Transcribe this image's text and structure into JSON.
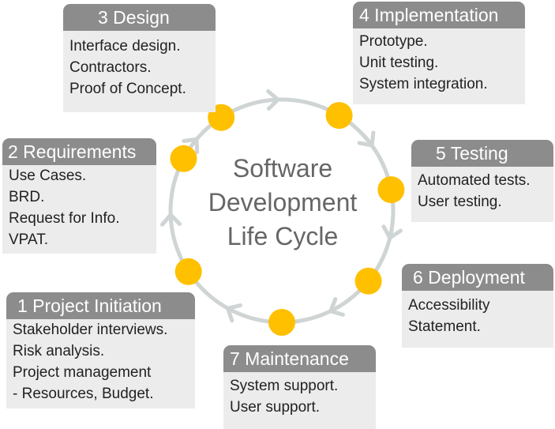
{
  "diagram": {
    "title_lines": [
      "Software",
      "Development",
      "Life Cycle"
    ],
    "colors": {
      "ring": "#cfd4d4",
      "dot": "#ffc000",
      "header": "#8c8c8c",
      "body": "#ececec"
    },
    "phases": [
      {
        "id": "1",
        "title": "1 Project Initiation",
        "items": [
          "Stakeholder interviews.",
          "Risk analysis.",
          "Project management",
          "- Resources, Budget."
        ]
      },
      {
        "id": "2",
        "title": "2 Requirements",
        "items": [
          "Use Cases.",
          "BRD.",
          "Request for Info.",
          "VPAT."
        ]
      },
      {
        "id": "3",
        "title": "3 Design",
        "items": [
          "Interface design.",
          "Contractors.",
          "Proof of Concept."
        ]
      },
      {
        "id": "4",
        "title": "4 Implementation",
        "items": [
          "Prototype.",
          "Unit testing.",
          "System integration."
        ]
      },
      {
        "id": "5",
        "title": "5 Testing",
        "items": [
          "Automated tests.",
          "User testing."
        ]
      },
      {
        "id": "6",
        "title": "6 Deployment",
        "items": [
          "Accessibility",
          "Statement."
        ]
      },
      {
        "id": "7",
        "title": "7 Maintenance",
        "items": [
          "System support.",
          "User support."
        ]
      }
    ]
  }
}
